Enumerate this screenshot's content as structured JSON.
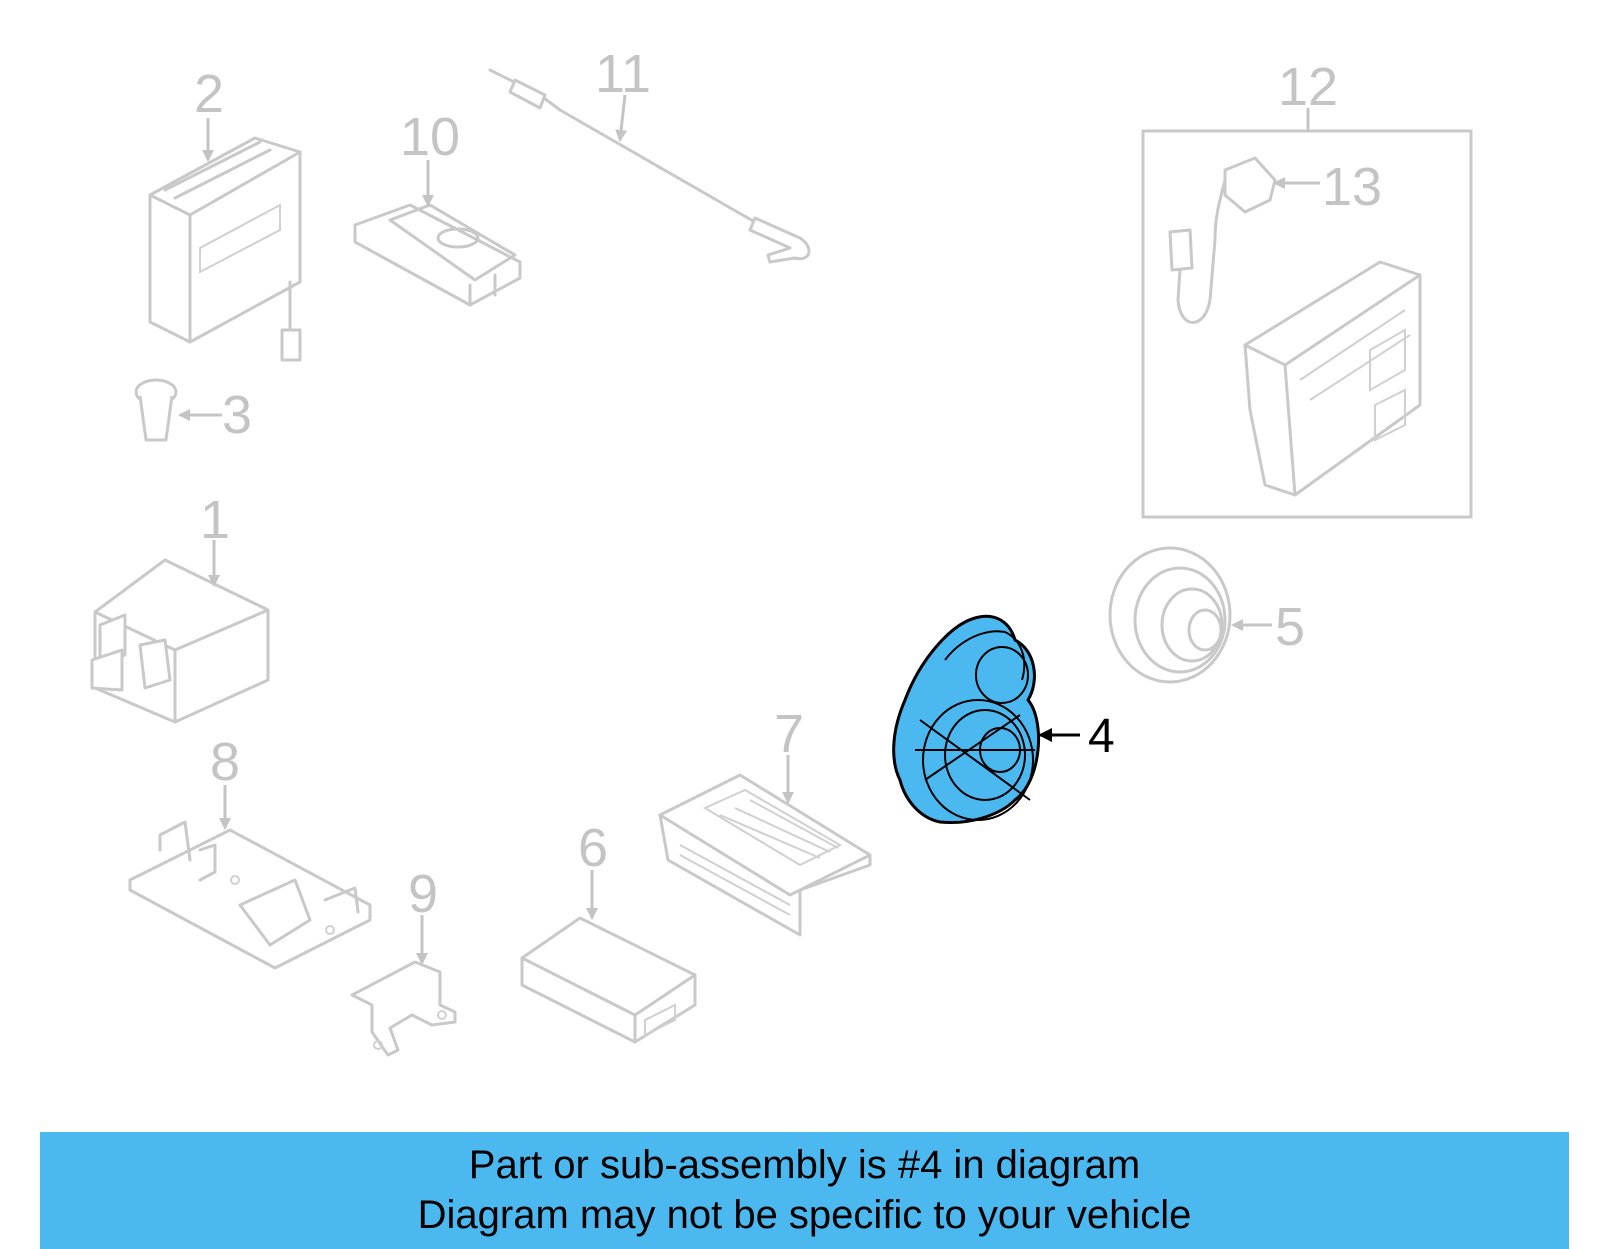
{
  "diagram": {
    "callouts": [
      "1",
      "2",
      "3",
      "4",
      "5",
      "6",
      "7",
      "8",
      "9",
      "10",
      "11",
      "12",
      "13"
    ],
    "highlighted": "4",
    "colors": {
      "highlight": "#4bb8f0",
      "ghost": "#c9c9c9",
      "banner": "#4bb8f0"
    }
  },
  "banner": {
    "line1": "Part or sub-assembly is #4 in diagram",
    "line2": "Diagram may not be specific to your vehicle"
  }
}
